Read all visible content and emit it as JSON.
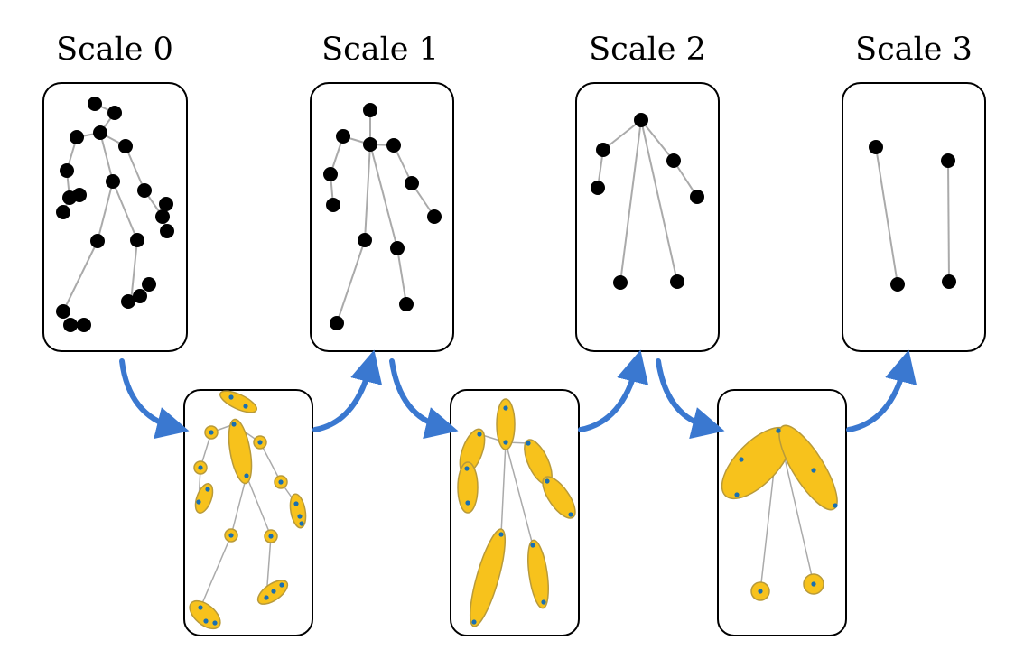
{
  "titles": [
    "Scale 0",
    "Scale 1",
    "Scale 2",
    "Scale 3"
  ],
  "colors": {
    "joint": "#000000",
    "bone": "#aaaaaa",
    "arrow": "#3a78d0",
    "ellipse_fill": "#f7c21c",
    "ellipse_stroke": "#b89a3a",
    "inner_point": "#1a6fb0",
    "panel_border": "#000000"
  }
}
